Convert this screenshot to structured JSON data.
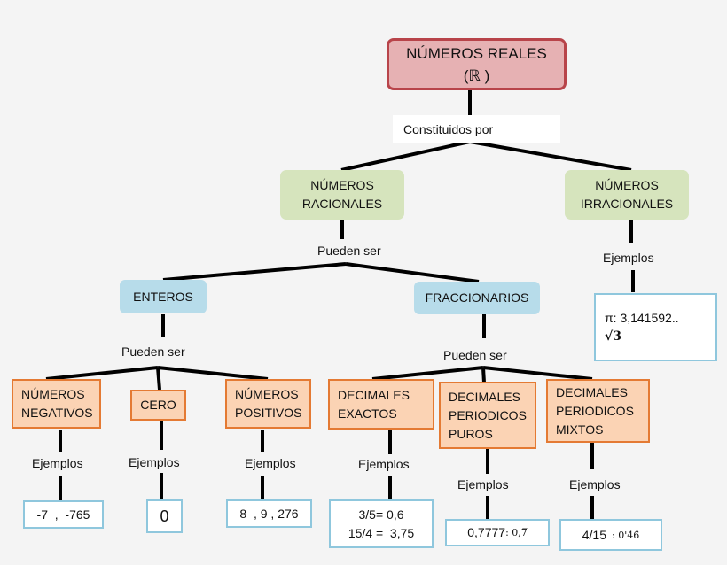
{
  "root": {
    "line1": "NÚMEROS REALES",
    "line2": "(ℝ )"
  },
  "connector_root": "Constituidos por",
  "racionales": {
    "line1": "NÚMEROS",
    "line2": "RACIONALES",
    "connector": "Pueden ser"
  },
  "irracionales": {
    "line1": "NÚMEROS",
    "line2": "IRRACIONALES",
    "connector": "Ejemplos",
    "example_1": "π: 3,141592..",
    "example_2": "√3"
  },
  "enteros": {
    "label": "ENTEROS",
    "connector": "Pueden ser"
  },
  "fraccionarios": {
    "label": "FRACCIONARIOS",
    "connector": "Pueden ser"
  },
  "negativos": {
    "line1": "NÚMEROS",
    "line2": "NEGATIVOS",
    "connector": "Ejemplos",
    "example": "-7  ,  -765"
  },
  "cero": {
    "label": "CERO",
    "connector": "Ejemplos",
    "example": "0"
  },
  "positivos": {
    "line1": "NÚMEROS",
    "line2": "POSITIVOS",
    "connector": "Ejemplos",
    "example": "8  , 9 , 276"
  },
  "exactos": {
    "line1": "DECIMALES",
    "line2": "EXACTOS",
    "connector": "Ejemplos",
    "example_1": "3/5= 0,6",
    "example_2": "15/4 =  3,75"
  },
  "puros": {
    "line1": "DECIMALES",
    "line2": "PERIODICOS",
    "line3": "PUROS",
    "connector": "Ejemplos",
    "example": "0,7777",
    "example_periodic": ": 0,7̅"
  },
  "mixtos": {
    "line1": "DECIMALES",
    "line2": "PERIODICOS",
    "line3": "MIXTOS",
    "connector": "Ejemplos",
    "example": "4/15",
    "example_periodic": ": 0'46̂"
  },
  "colors": {
    "root_fill": "#e6b1b3",
    "root_border": "#b8444a",
    "green": "#d6e4bd",
    "blue": "#b7dcea",
    "orange_fill": "#fbd3b4",
    "orange_border": "#e47a33",
    "example_border": "#8fc7dd"
  }
}
